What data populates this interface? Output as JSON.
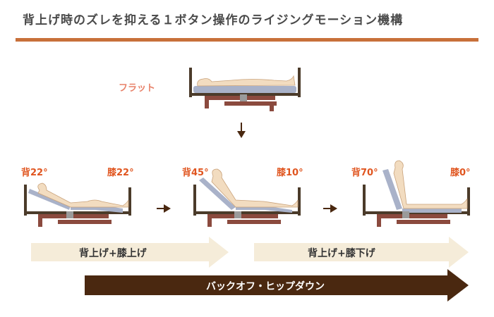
{
  "title": "背上げ時のズレを抑える１ボタン操作のライジングモーション機構",
  "colors": {
    "accent_rule": "#c8703a",
    "label": "#e0551f",
    "flat_label": "#e8826a",
    "light_arrow": "#f5ecd9",
    "dark_arrow": "#4a2810",
    "frame": "#4b3b2a",
    "base": "#8b4a3e",
    "mattress": "#a9b2c9",
    "body": "#f2dcc0"
  },
  "flat": {
    "label": "フラット"
  },
  "beds": [
    {
      "back_label": "背22°",
      "knee_label": "膝22°"
    },
    {
      "back_label": "背45°",
      "knee_label": "膝10°"
    },
    {
      "back_label": "背70°",
      "knee_label": "膝0°"
    }
  ],
  "light_arrows": [
    {
      "text": "背上げ+膝上げ"
    },
    {
      "text": "背上げ+膝下げ"
    }
  ],
  "dark_arrow": {
    "text": "バックオフ・ヒップダウン"
  },
  "icons": [
    "arrow-down-icon",
    "arrow-right-icon"
  ]
}
